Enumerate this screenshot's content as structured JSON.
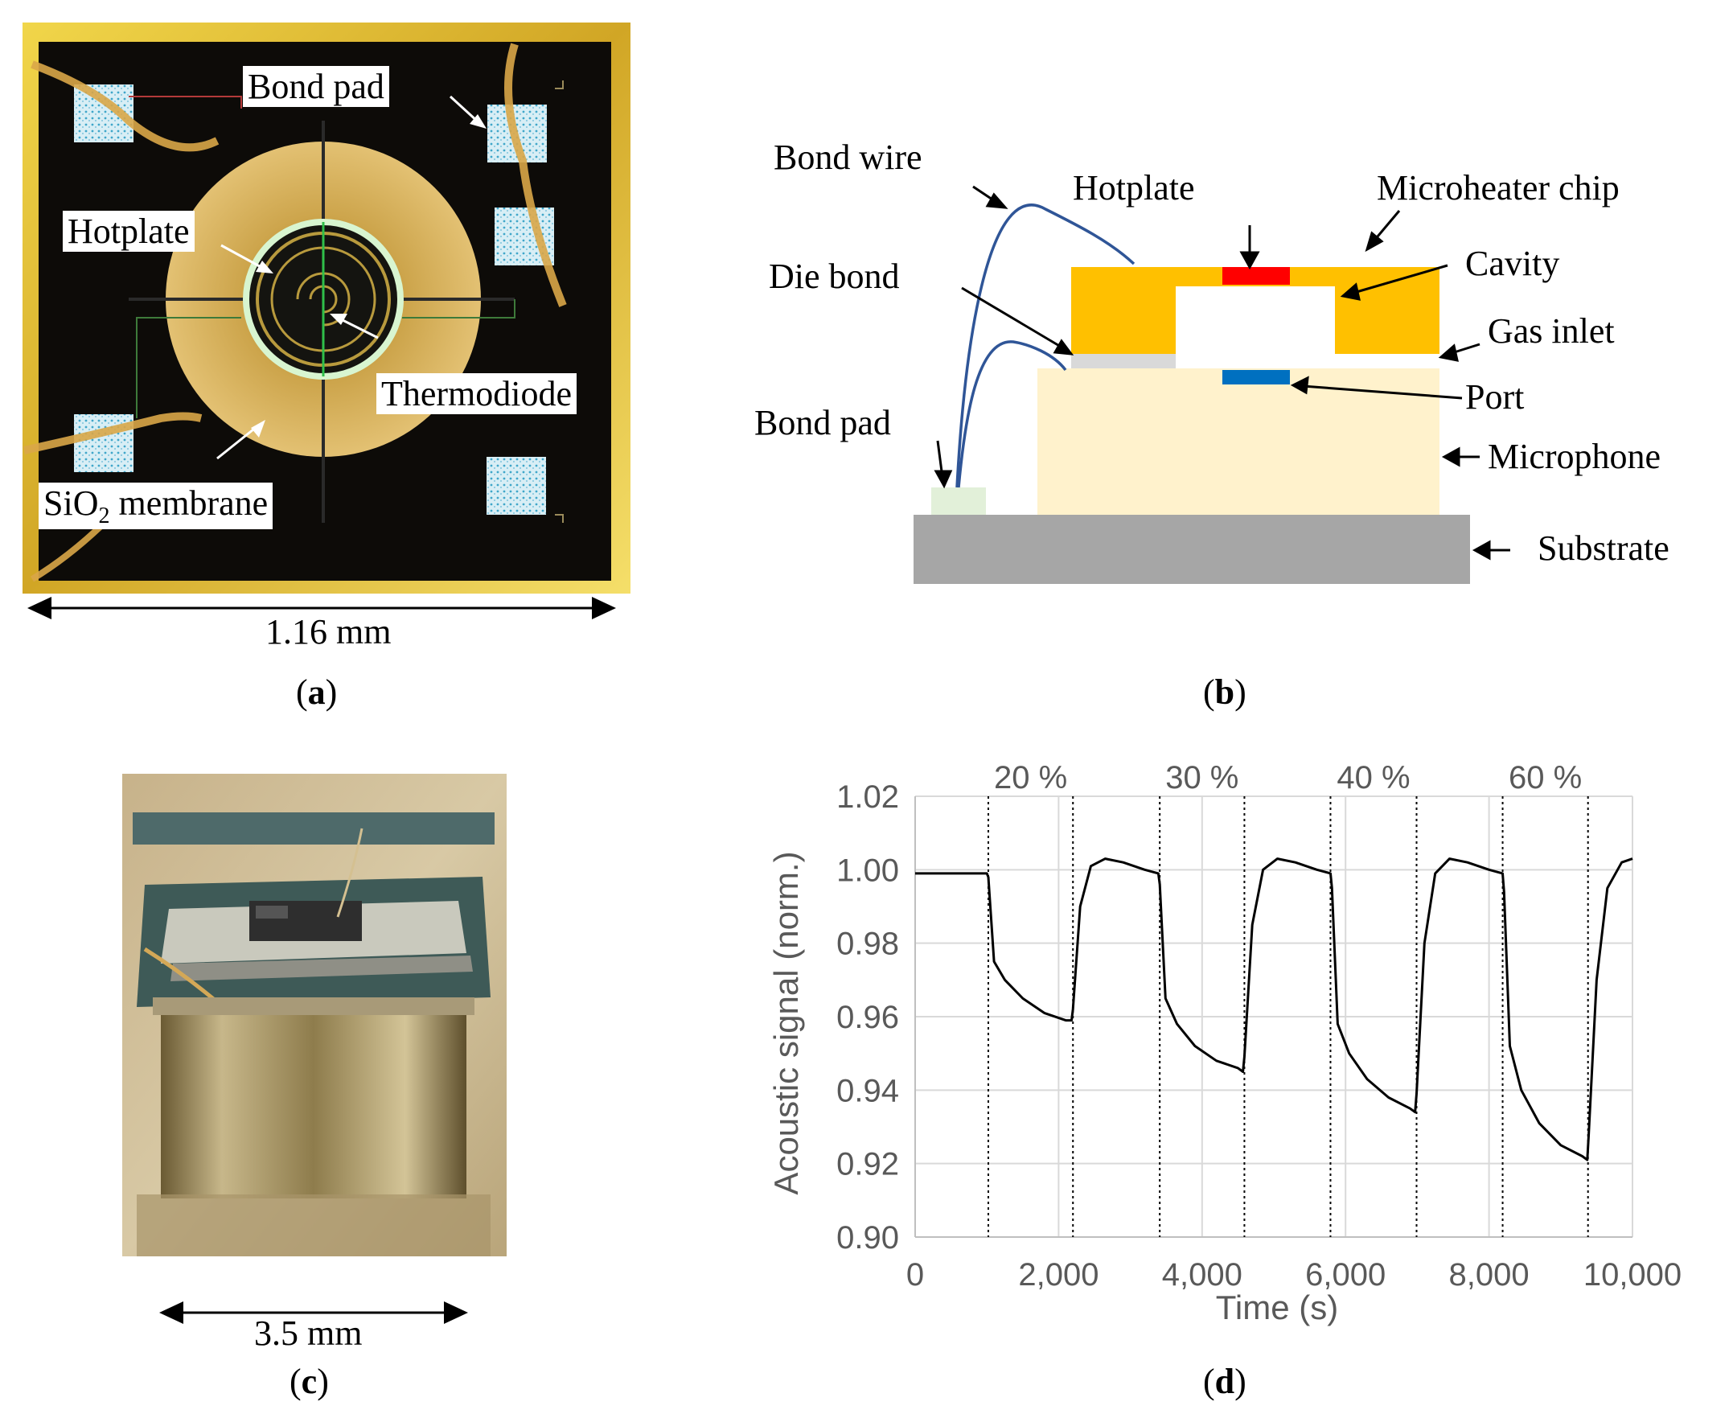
{
  "panel_a": {
    "caption": "a",
    "labels": {
      "bond_pad": "Bond pad",
      "hotplate": "Hotplate",
      "thermodiode": "Thermodiode",
      "membrane_sio": "SiO",
      "membrane_sub": "2",
      "membrane_rest": " membrane"
    },
    "scale": "1.16 mm"
  },
  "panel_b": {
    "caption": "b",
    "labels": {
      "bond_wire": "Bond wire",
      "hotplate": "Hotplate",
      "microheater_chip": "Microheater chip",
      "die_bond": "Die bond",
      "cavity": "Cavity",
      "gas_inlet": "Gas inlet",
      "port": "Port",
      "bond_pad": "Bond pad",
      "microphone": "Microphone",
      "substrate": "Substrate"
    },
    "colors": {
      "chip": "#FFC000",
      "hotplate": "#FF0000",
      "port": "#0070C0",
      "microphone": "#FFF2CC",
      "substrate": "#A6A6A6",
      "bond_pad": "#E2F0D9",
      "die_bond": "#D9D9D9",
      "wire": "#2F5597"
    }
  },
  "panel_c": {
    "caption": "c",
    "scale": "3.5 mm"
  },
  "panel_d": {
    "caption": "d"
  },
  "chart_data": {
    "type": "line",
    "xlabel": "Time (s)",
    "ylabel": "Acoustic signal (norm.)",
    "xlim": [
      0,
      10000
    ],
    "ylim": [
      0.9,
      1.02
    ],
    "xticks": [
      "0",
      "2,000",
      "4,000",
      "6,000",
      "8,000",
      "10,000"
    ],
    "yticks": [
      "0.90",
      "0.92",
      "0.94",
      "0.96",
      "0.98",
      "1.00",
      "1.02"
    ],
    "grid": true,
    "annotations": [
      "20 %",
      "30 %",
      "40 %",
      "60 %"
    ],
    "marker_lines_x": [
      1020,
      2200,
      3410,
      4590,
      5790,
      6990,
      8190,
      9380
    ],
    "series": [
      {
        "x": [
          0,
          1000,
          1020,
          1100,
          1250,
          1500,
          1800,
          2100,
          2180,
          2200,
          2300,
          2450,
          2650,
          2900,
          3200,
          3390,
          3410,
          3490,
          3650,
          3900,
          4200,
          4500,
          4570,
          4590,
          4700,
          4850,
          5050,
          5300,
          5600,
          5790,
          5810,
          5890,
          6050,
          6300,
          6600,
          6900,
          6970,
          6990,
          7100,
          7250,
          7450,
          7700,
          8000,
          8190,
          8210,
          8290,
          8450,
          8700,
          9000,
          9300,
          9370,
          9390,
          9500,
          9650,
          9850,
          10000
        ],
        "y": [
          0.999,
          0.999,
          0.998,
          0.975,
          0.97,
          0.965,
          0.961,
          0.959,
          0.959,
          0.962,
          0.99,
          1.001,
          1.003,
          1.002,
          1.0,
          0.999,
          0.996,
          0.965,
          0.958,
          0.952,
          0.948,
          0.946,
          0.945,
          0.949,
          0.985,
          1.0,
          1.003,
          1.002,
          1.0,
          0.999,
          0.995,
          0.958,
          0.95,
          0.943,
          0.938,
          0.935,
          0.934,
          0.939,
          0.98,
          0.999,
          1.003,
          1.002,
          1.0,
          0.999,
          0.994,
          0.952,
          0.94,
          0.931,
          0.925,
          0.922,
          0.921,
          0.928,
          0.97,
          0.995,
          1.002,
          1.003
        ]
      }
    ]
  }
}
